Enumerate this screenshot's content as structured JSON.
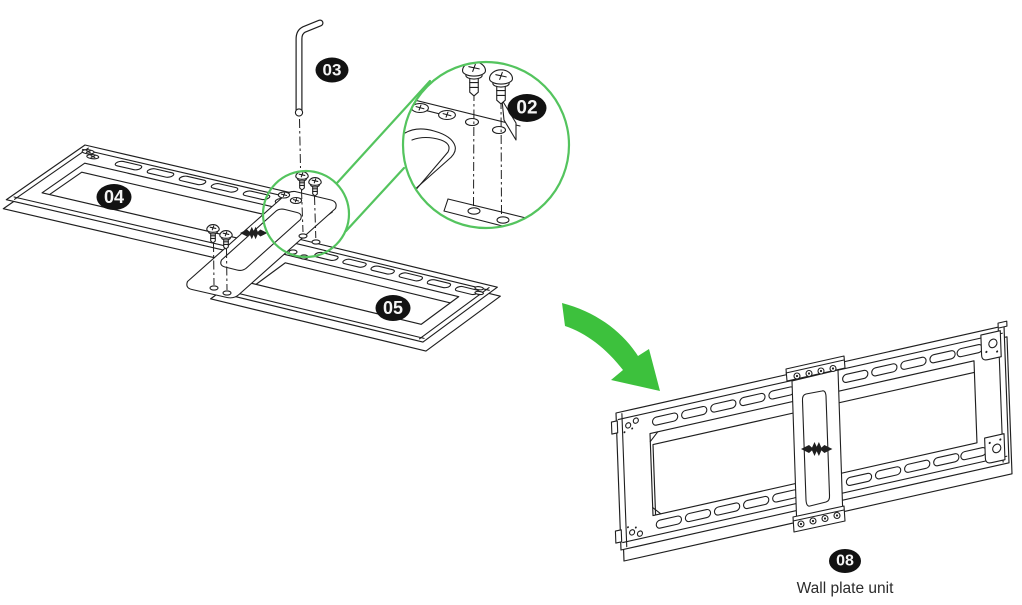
{
  "diagram": {
    "badges": {
      "b02": "02",
      "b03": "03",
      "b04": "04",
      "b05": "05",
      "b08": "08"
    },
    "caption": "Wall plate unit"
  },
  "colors": {
    "line": "#1f1f1f",
    "badge_bg": "#121212",
    "badge_text": "#f5f5f5",
    "callout_green": "#54c45e",
    "arrow_green": "#3dc13d",
    "background": "#ffffff"
  }
}
